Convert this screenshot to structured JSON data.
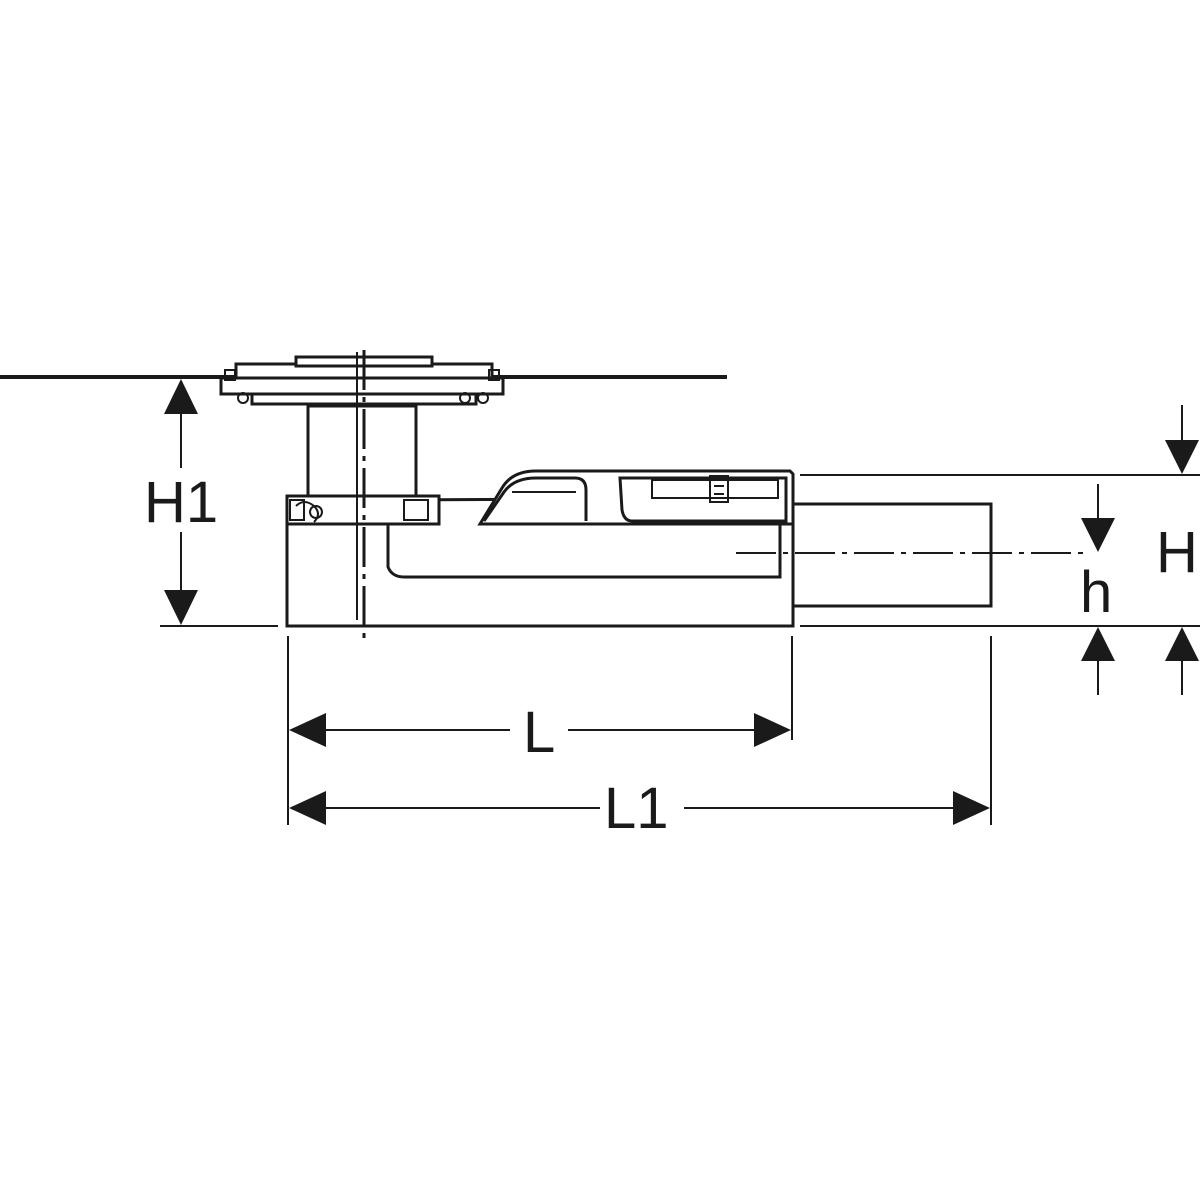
{
  "labels": {
    "H1": "H1",
    "H": "H",
    "h": "h",
    "L": "L",
    "L1": "L1"
  },
  "colors": {
    "line": "#1a1a1a",
    "background": "#ffffff"
  }
}
